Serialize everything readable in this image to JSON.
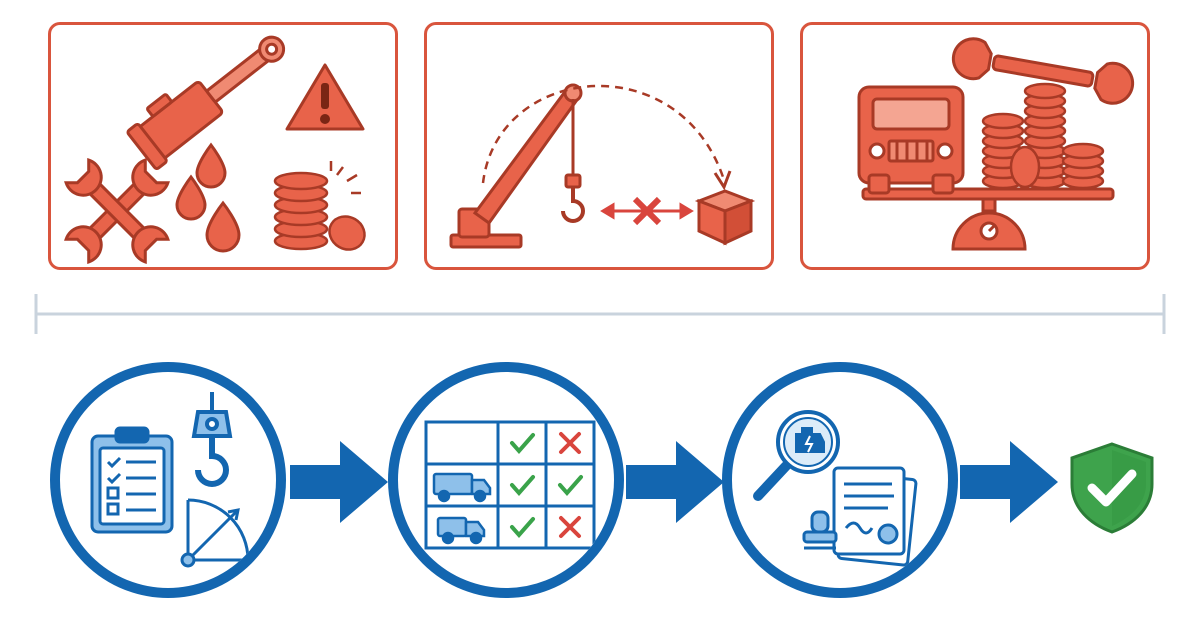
{
  "colors": {
    "problem_accent": "#d9553d",
    "problem_dark": "#a83a26",
    "solution_accent": "#1366b0",
    "solution_light": "#8ec0ea",
    "check_green": "#3aa34a",
    "cross_red": "#d9453d",
    "shield_green": "#3ea34c",
    "divider": "#c9d3dd"
  },
  "problems": [
    {
      "icons": [
        "hydraulic-cylinder-icon",
        "warning-icon",
        "crossed-wrenches-icon",
        "oil-drops-icon",
        "broken-coins-icon"
      ]
    },
    {
      "icons": [
        "crane-icon",
        "dashed-arc-arrow-icon",
        "hook-icon",
        "blocked-arrow-icon",
        "cargo-box-icon"
      ]
    },
    {
      "icons": [
        "truck-icon",
        "wrench-icon",
        "coin-stacks-icon",
        "balance-scale-icon"
      ]
    }
  ],
  "steps": [
    {
      "icons": [
        "clipboard-checklist-icon",
        "crane-hook-icon",
        "reach-angle-icon"
      ]
    },
    {
      "icons": [
        "comparison-table-icon",
        "large-truck-icon",
        "small-truck-icon"
      ],
      "table": [
        [
          "blank",
          "check",
          "cross"
        ],
        [
          "large-truck",
          "check",
          "check"
        ],
        [
          "small-truck",
          "check",
          "cross"
        ]
      ]
    },
    {
      "icons": [
        "magnifier-engine-icon",
        "documents-stamp-icon"
      ]
    }
  ],
  "result": {
    "icon": "shield-check-icon"
  }
}
